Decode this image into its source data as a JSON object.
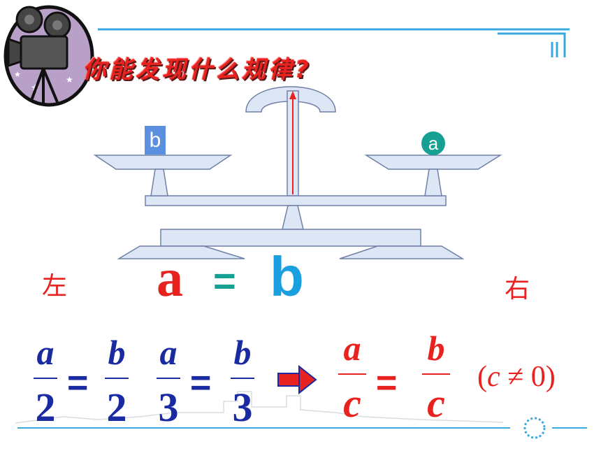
{
  "title": "你能发现什么规律?",
  "balance": {
    "left_block_label": "b",
    "right_ball_label": "a",
    "left_word": "左",
    "right_word": "右"
  },
  "main_equation": {
    "left": "a",
    "eq": "=",
    "right": "b"
  },
  "fractions": [
    {
      "num": "a",
      "den": "2"
    },
    {
      "num": "b",
      "den": "2"
    },
    {
      "num": "a",
      "den": "3"
    },
    {
      "num": "b",
      "den": "3"
    },
    {
      "num": "a",
      "den": "c"
    },
    {
      "num": "b",
      "den": "c"
    }
  ],
  "equals_sign": "=",
  "condition": {
    "open": "(",
    "var": "c",
    "rel": " ≠ ",
    "val": "0",
    "close": ")"
  },
  "icons": [
    "movie-camera-icon",
    "arrow-right-icon",
    "dotted-circle-icon"
  ],
  "colors": {
    "accent_red": "#e8221f",
    "blue": "#1a2aa0",
    "teal": "#16a093",
    "light_blue": "#1aa0e0",
    "line_blue": "#3aa8e0"
  }
}
